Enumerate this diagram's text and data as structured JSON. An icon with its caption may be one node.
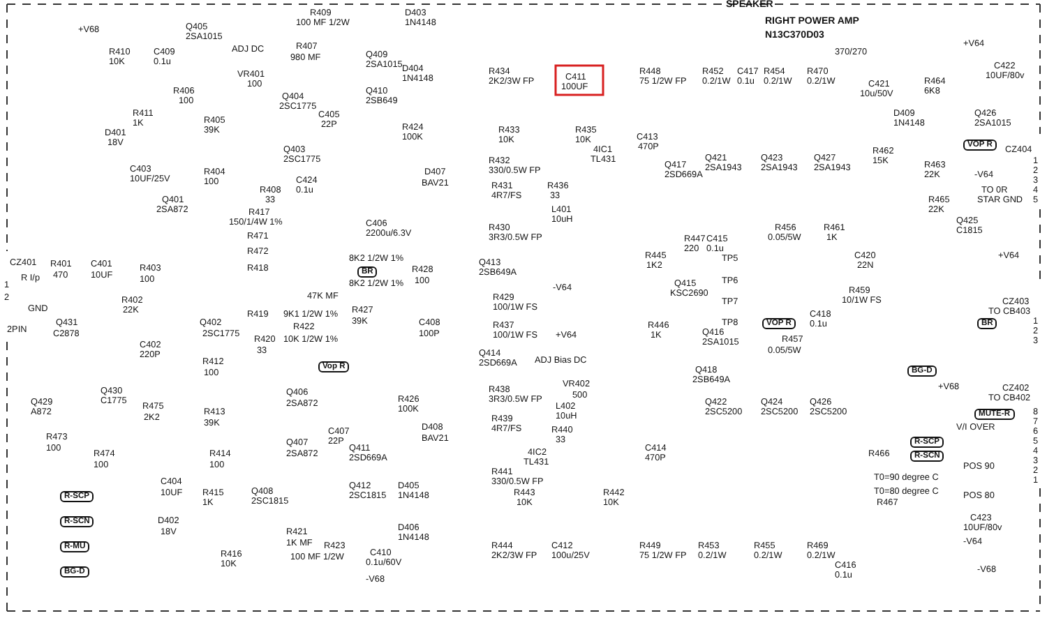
{
  "diagram": {
    "labels": [
      "SPEAKER",
      "RIGHT POWER AMP",
      "N13C370D03",
      "370/270",
      "+V68",
      "R409",
      "100 MF 1/2W",
      "D403",
      "1N4148",
      "Q405",
      "2SA1015",
      "R410",
      "10K",
      "C409",
      "0.1u",
      "ADJ DC",
      "R407",
      "980 MF",
      "VR401",
      "100",
      "Q409",
      "2SA1015",
      "D404",
      "1N4148",
      "Q410",
      "2SB649",
      "R406",
      "100",
      "Q404",
      "2SC1775",
      "R411",
      "1K",
      "C405",
      "22P",
      "R405",
      "39K",
      "D401",
      "18V",
      "R424",
      "100K",
      "Q403",
      "2SC1775",
      "C403",
      "10UF/25V",
      "R404",
      "100",
      "C424",
      "0.1u",
      "D407",
      "BAV21",
      "R408",
      "33",
      "Q401",
      "2SA872",
      "R417",
      "150/1/4W 1%",
      "C406",
      "2200u/6.3V",
      "R471",
      "R472",
      "8K2 1/2W 1%",
      "R418",
      "BR",
      "CZ401",
      "R I/p",
      "R401",
      "470",
      "C401",
      "10UF",
      "R403",
      "100",
      "R428",
      "100",
      "8K2 1/2W 1%",
      "1",
      "47K MF",
      "2",
      "R402",
      "22K",
      "GND",
      "R427",
      "39K",
      "R419",
      "9K1 1/2W 1%",
      "Q402",
      "Q431",
      "C408",
      "R422",
      "2PIN",
      "C2878",
      "2SC1775",
      "100P",
      "R420",
      "10K 1/2W 1%",
      "C402",
      "33",
      "220P",
      "R412",
      "Vop R",
      "100",
      "Q430",
      "Q406",
      "R426",
      "C1775",
      "Q429",
      "2SA872",
      "R475",
      "100K",
      "A872",
      "R413",
      "2K2",
      "39K",
      "D408",
      "C407",
      "R473",
      "BAV21",
      "Q407",
      "22P",
      "Q411",
      "100",
      "R474",
      "R414",
      "2SA872",
      "2SD669A",
      "100",
      "100",
      "C404",
      "Q412",
      "D405",
      "R415",
      "Q408",
      "10UF",
      "R-SCP",
      "2SC1815",
      "1N4148",
      "1K",
      "2SC1815",
      "D402",
      "R-SCN",
      "D406",
      "18V",
      "R421",
      "1N4148",
      "1K MF",
      "R-MU",
      "R423",
      "C410",
      "R416",
      "100 MF 1/2W",
      "0.1u/60V",
      "10K",
      "BG-D",
      "-V68",
      "R434",
      "2K2/3W FP",
      "C411",
      "100UF",
      "R448",
      "75 1/2W FP",
      "R452",
      "0.2/1W",
      "C417",
      "0.1u",
      "R454",
      "0.2/1W",
      "R470",
      "0.2/1W",
      "+V64",
      "C422",
      "10UF/80v",
      "C421",
      "10u/50V",
      "R464",
      "6K8",
      "D409",
      "1N4148",
      "Q426",
      "2SA1015",
      "R433",
      "10K",
      "R435",
      "10K",
      "C413",
      "470P",
      "VOP R",
      "CZ404",
      "4IC1",
      "TL431",
      "R462",
      "15K",
      "Q421",
      "2SA1943",
      "Q423",
      "2SA1943",
      "Q427",
      "2SA1943",
      "R432",
      "330/0.5W FP",
      "Q417",
      "2SD669A",
      "R463",
      "22K",
      "1",
      "2",
      "3",
      "4",
      "5",
      "-V64",
      "TO 0R",
      "STAR GND",
      "R431",
      "4R7/FS",
      "R436",
      "33",
      "R465",
      "22K",
      "L401",
      "10uH",
      "R461",
      "1K",
      "R456",
      "0.05/5W",
      "R430",
      "3R3/0.5W FP",
      "Q425",
      "C1815",
      "C415",
      "0.1u",
      "R447",
      "220",
      "R445",
      "1K2",
      "C420",
      "22N",
      "+V64",
      "TP5",
      "Q413",
      "2SB649A",
      "TP6",
      "Q415",
      "KSC2690",
      "-V64",
      "R459",
      "10/1W FS",
      "R429",
      "100/1W FS",
      "TP7",
      "CZ403",
      "TO CB403",
      "C418",
      "0.1u",
      "BR",
      "VOP R",
      "TP8",
      "1",
      "2",
      "3",
      "R437",
      "100/1W FS",
      "+V64",
      "R446",
      "1K",
      "Q416",
      "2SA1015",
      "R457",
      "0.05/5W",
      "Q414",
      "2SD669A",
      "ADJ Bias DC",
      "BG-D",
      "Q418",
      "2SB649A",
      "VR402",
      "+V68",
      "R438",
      "3R3/0.5W FP",
      "CZ402",
      "TO CB402",
      "500",
      "Q422",
      "2SC5200",
      "Q424",
      "2SC5200",
      "Q426",
      "2SC5200",
      "L402",
      "10uH",
      "MUTE-R",
      "8",
      "7",
      "6",
      "5",
      "4",
      "3",
      "2",
      "1",
      "R439",
      "4R7/FS",
      "R440",
      "33",
      "V/I OVER",
      "R-SCP",
      "C414",
      "470P",
      "R-SCN",
      "4IC2",
      "TL431",
      "R466",
      "POS 90",
      "R441",
      "330/0.5W FP",
      "T0=90 degree C",
      "T0=80 degree C",
      "POS 80",
      "R443",
      "10K",
      "R442",
      "10K",
      "R467",
      "C423",
      "10UF/80v",
      "-V64",
      "R444",
      "2K2/3W FP",
      "C412",
      "100u/25V",
      "R449",
      "75 1/2W FP",
      "R453",
      "0.2/1W",
      "R455",
      "0.2/1W",
      "R469",
      "0.2/1W",
      "C416",
      "0.1u",
      "-V68"
    ]
  }
}
